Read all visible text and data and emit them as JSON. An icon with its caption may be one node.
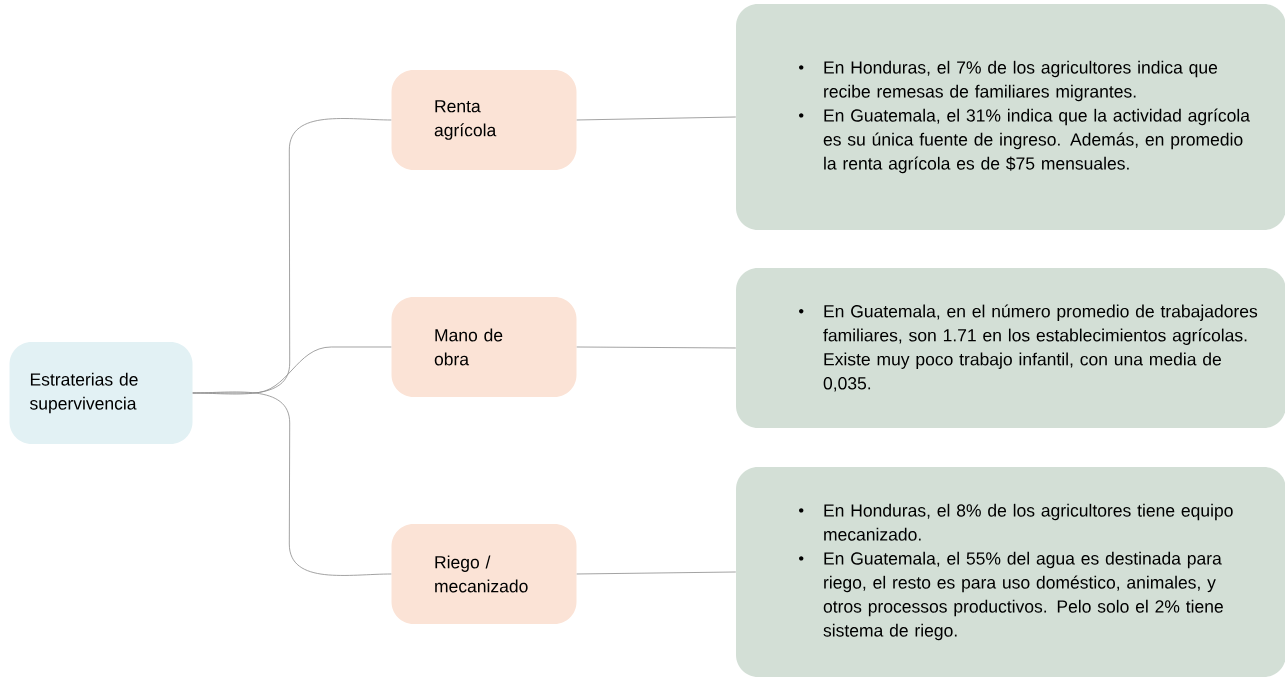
{
  "diagram": {
    "nodes": [
      {
        "text": [
          "Estraterias de supervivencia"
        ]
      },
      {
        "text": [
          "Renta agrícola"
        ]
      },
      {
        "text": [
          "Mano de obra"
        ]
      },
      {
        "text": [
          "Riego / mecanizado"
        ]
      },
      {
        "text": [
          "En Honduras, el 7% de los agricultores indica que recibe remesas de familiares migrantes.",
          "En Guatemala, el 31% indica que la actividad agrícola es su única fuente de ingreso. Además, en promedio la renta agrícola es de $75 mensuales."
        ]
      },
      {
        "text": [
          "En Guatemala, en el número promedio de trabajadores familiares, son 1.71 en los establecimientos agrícolas. Existe muy poco trabajo infantil, con una media de 0,035."
        ]
      },
      {
        "text": [
          "En Honduras, el 8% de los agricultores tiene equipo mecanizado.",
          "En Guatemala, el 55% del agua es destinada para riego, el resto es para uso doméstico, animales, y otros processos productivos. Pelo solo el 2% tiene sistema de riego."
        ]
      }
    ],
    "edges": [
      {
        "from": 0,
        "to": 1,
        "arrow": "none"
      },
      {
        "from": 0,
        "to": 2,
        "arrow": "none"
      },
      {
        "from": 0,
        "to": 3,
        "arrow": "none"
      },
      {
        "from": 1,
        "to": 4,
        "arrow": "none"
      },
      {
        "from": 2,
        "to": 5,
        "arrow": "none"
      },
      {
        "from": 3,
        "to": 6,
        "arrow": "none"
      }
    ]
  }
}
